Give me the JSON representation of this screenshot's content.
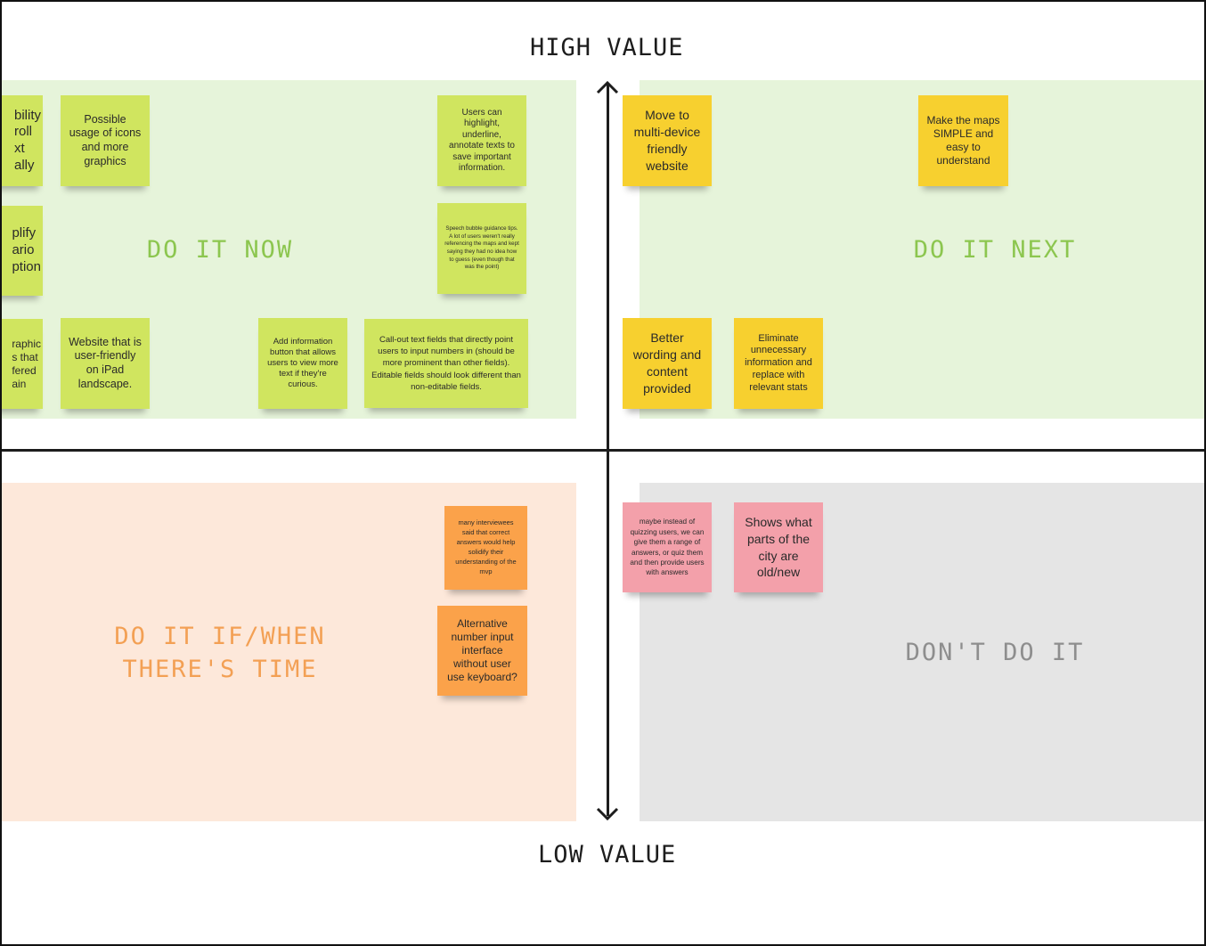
{
  "axes": {
    "high_label": "HIGH VALUE",
    "low_label": "LOW VALUE"
  },
  "quadrants": {
    "now": "DO IT NOW",
    "next": "DO IT NEXT",
    "when": "DO IT IF/WHEN\nTHERE'S TIME",
    "dont": "DON'T DO IT"
  },
  "notes": {
    "now_scroll_partial": "bility\nroll\nxt\nally",
    "now_icons": "Possible usage of icons and more graphics",
    "now_highlight": "Users can highlight, underline, annotate texts to save important information.",
    "now_simplify_partial": "plify\nario\nption",
    "now_speech": "Speech bubble guidance tips. A lot of users weren't really referencing the maps and kept saying they had no idea how to guess (even though that was the point)",
    "now_graphic_partial": "raphic\ns that\nfered\nain",
    "now_ipad": "Website that is user-friendly on iPad landscape.",
    "now_info_button": "Add information button that allows users to view more text if they're curious.",
    "now_callout": "Call-out text fields that directly point users to input numbers in (should be more prominent than other fields). Editable fields should look different than non-editable fields.",
    "next_multidevice": "Move to multi-device friendly website",
    "next_maps": "Make the maps SIMPLE and easy to understand",
    "next_wording": "Better wording and content provided",
    "next_eliminate": "Eliminate unnecessary information and replace with relevant stats",
    "when_interviewees": "many interviewees said that correct answers would help solidify their understanding of the mvp",
    "when_keyboard": "Alternative number input interface without user use keyboard?",
    "dont_quizzing": "maybe instead of quizzing users, we can give them a range of answers, or quiz them and then provide users with answers",
    "dont_city": "Shows what parts of the city are old/new"
  },
  "colors": {
    "green_note": "#d0e55f",
    "yellow_note": "#f7d02f",
    "orange_note": "#fba24a",
    "pink_note": "#f3a0aa",
    "do_it_now_bg": "#e6f4da",
    "do_it_when_bg": "#fde8da",
    "dont_bg": "#e5e5e5"
  }
}
